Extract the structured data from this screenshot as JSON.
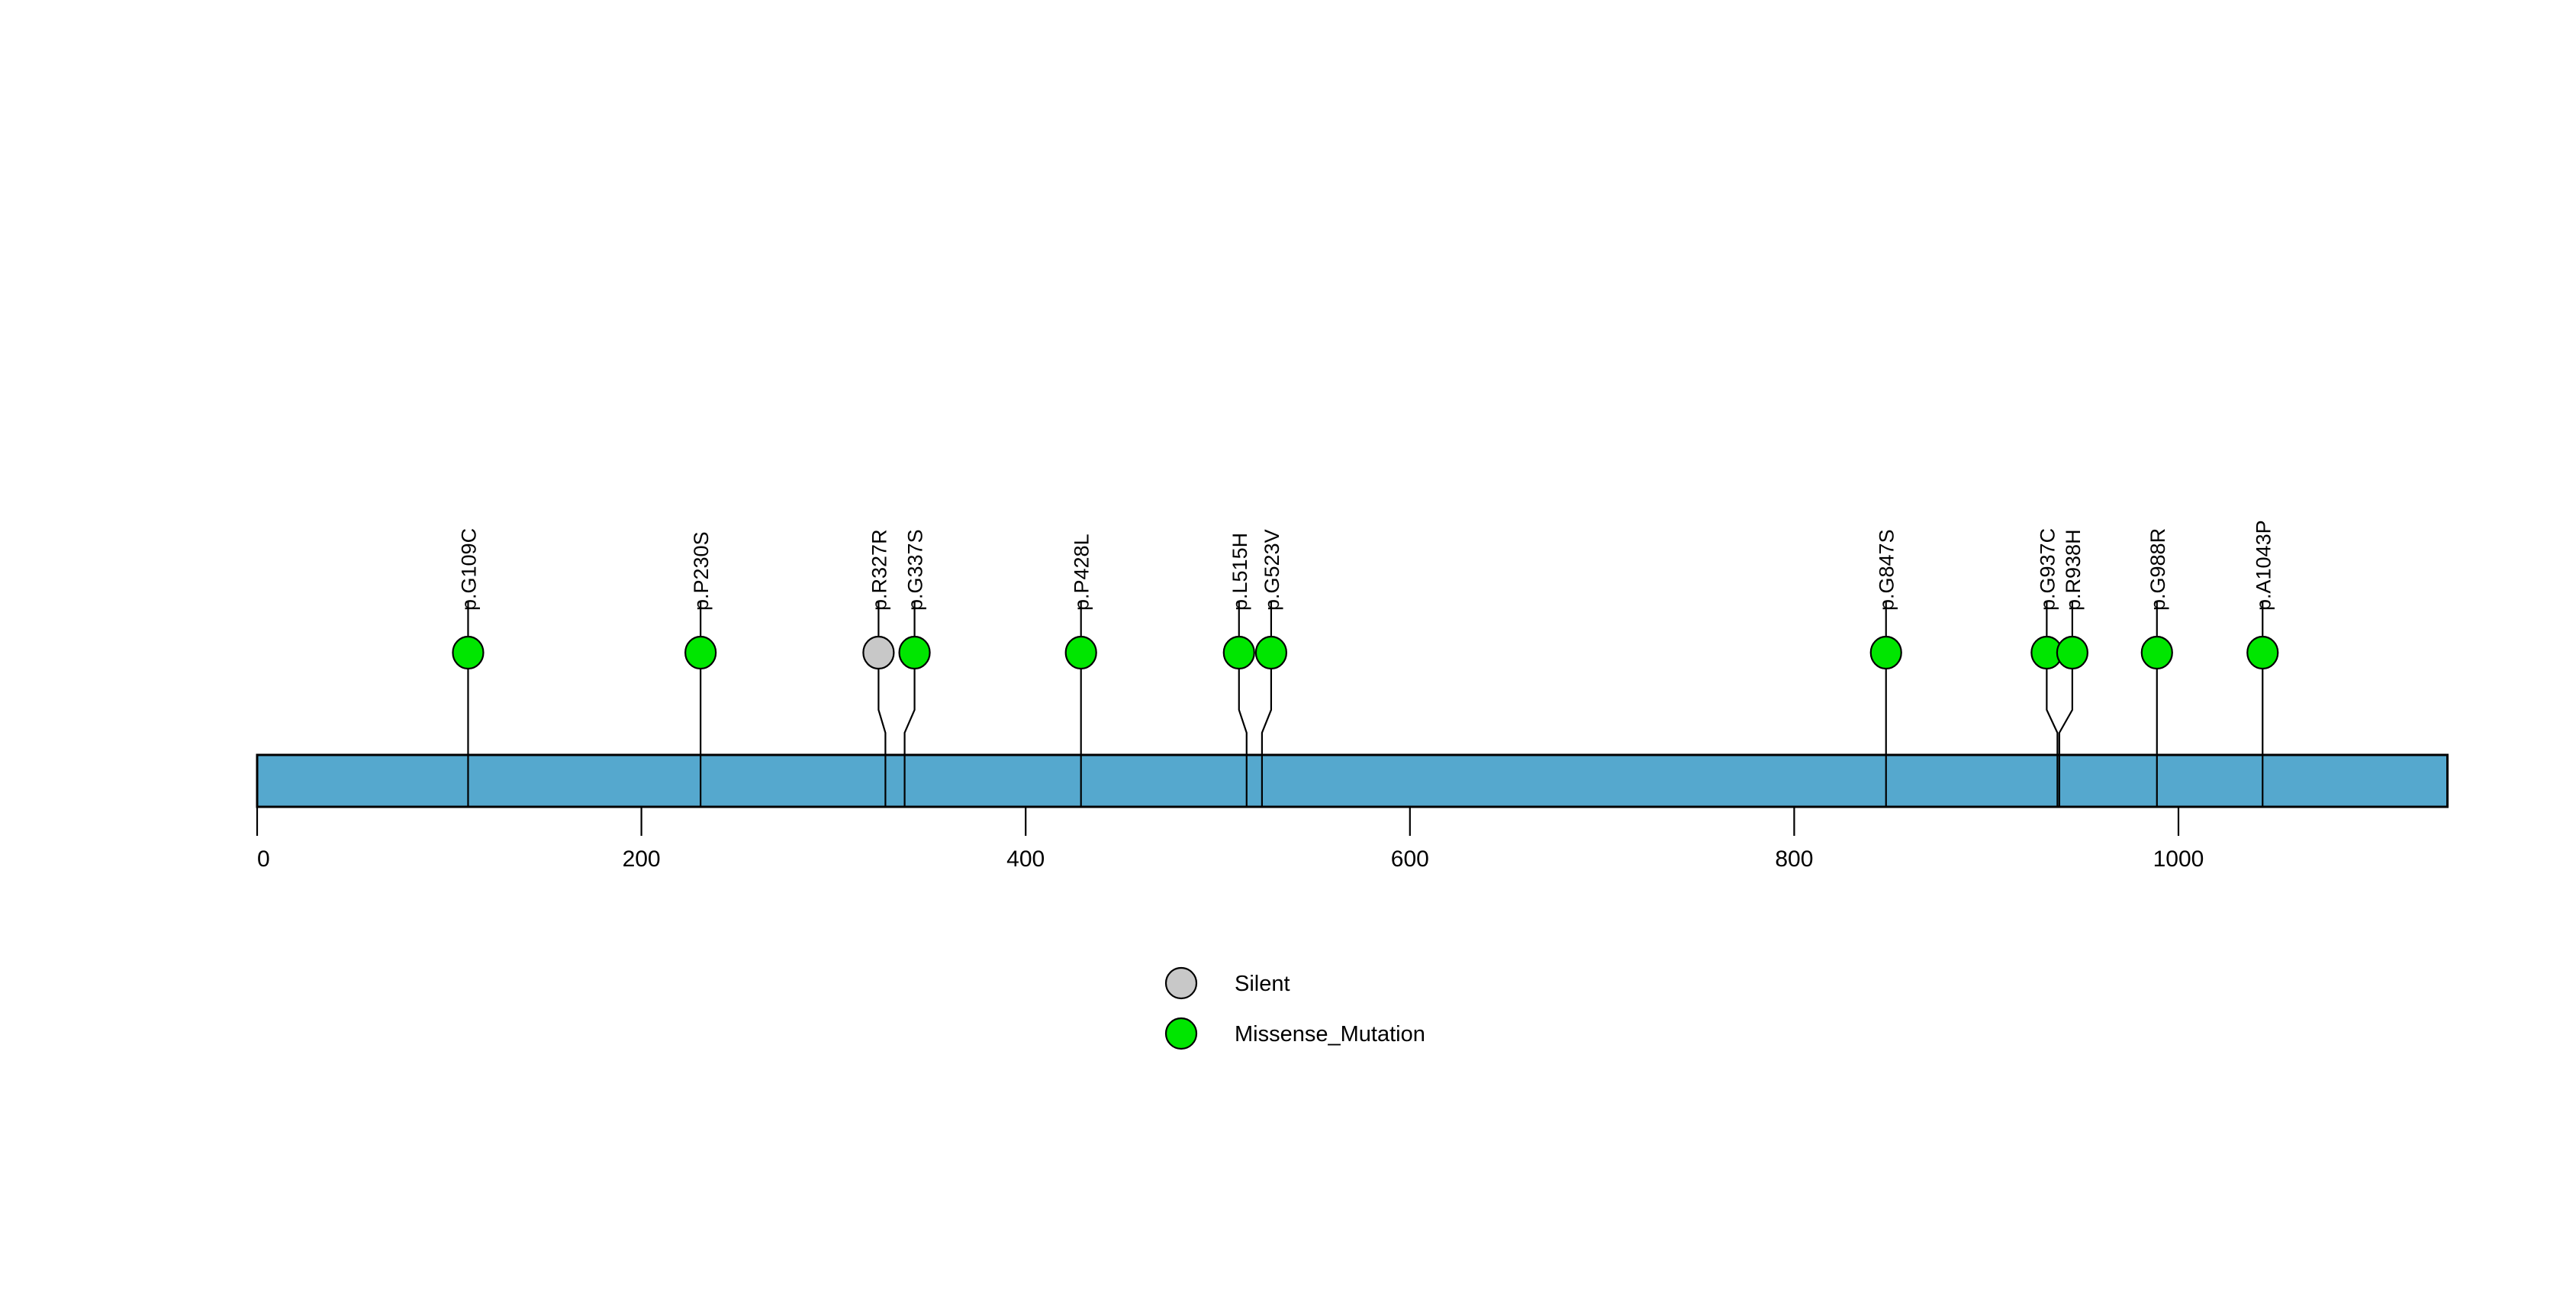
{
  "chart_data": {
    "type": "lollipop",
    "title": "",
    "xlabel": "",
    "ylabel": "",
    "xlim": [
      0,
      1140
    ],
    "grid": false,
    "legend_position": "bottom-center",
    "protein": {
      "length": 1140,
      "bar_color": "#55a8ce",
      "bar_border_color": "#000000"
    },
    "axis": {
      "ticks": [
        0,
        200,
        400,
        600,
        800,
        1000
      ],
      "tick_labels": [
        "0",
        "200",
        "400",
        "600",
        "800",
        "1000"
      ]
    },
    "categories": [
      "p.G109C",
      "p.P230S",
      "p.R327R",
      "p.G337S",
      "p.P428L",
      "p.L515H",
      "p.G523V",
      "p.G847S",
      "p.G937C",
      "p.R938H",
      "p.G988R",
      "p.A1043P"
    ],
    "positions": [
      109,
      230,
      327,
      337,
      428,
      515,
      523,
      847,
      937,
      938,
      988,
      1043
    ],
    "values": [
      1,
      1,
      1,
      1,
      1,
      1,
      1,
      1,
      1,
      1,
      1,
      1
    ],
    "mutations": [
      {
        "label": "p.G109C",
        "position": 109,
        "count": 1,
        "type": "Missense_Mutation",
        "color": "#00e600",
        "jitter": 2
      },
      {
        "label": "p.P230S",
        "position": 230,
        "count": 1,
        "type": "Missense_Mutation",
        "color": "#00e600",
        "jitter": 2
      },
      {
        "label": "p.R327R",
        "position": 327,
        "count": 1,
        "type": "Silent",
        "color": "#c8c8c8",
        "jitter": -9
      },
      {
        "label": "p.G337S",
        "position": 337,
        "count": 1,
        "type": "Missense_Mutation",
        "color": "#00e600",
        "jitter": 13
      },
      {
        "label": "p.P428L",
        "position": 428,
        "count": 1,
        "type": "Missense_Mutation",
        "color": "#00e600",
        "jitter": 2
      },
      {
        "label": "p.L515H",
        "position": 515,
        "count": 1,
        "type": "Missense_Mutation",
        "color": "#00e600",
        "jitter": -10
      },
      {
        "label": "p.G523V",
        "position": 523,
        "count": 1,
        "type": "Missense_Mutation",
        "color": "#00e600",
        "jitter": 12
      },
      {
        "label": "p.G847S",
        "position": 847,
        "count": 1,
        "type": "Missense_Mutation",
        "color": "#00e600",
        "jitter": 2
      },
      {
        "label": "p.G937C",
        "position": 937,
        "count": 1,
        "type": "Missense_Mutation",
        "color": "#00e600",
        "jitter": -14
      },
      {
        "label": "p.R938H",
        "position": 938,
        "count": 1,
        "type": "Missense_Mutation",
        "color": "#00e600",
        "jitter": 17
      },
      {
        "label": "p.G988R",
        "position": 988,
        "count": 1,
        "type": "Missense_Mutation",
        "color": "#00e600",
        "jitter": 2
      },
      {
        "label": "p.A1043P",
        "position": 1043,
        "count": 1,
        "type": "Missense_Mutation",
        "color": "#00e600",
        "jitter": 2
      }
    ],
    "legend": [
      {
        "label": "Silent",
        "color": "#c8c8c8"
      },
      {
        "label": "Missense_Mutation",
        "color": "#00e600"
      }
    ]
  },
  "colors": {
    "silent": "#c8c8c8",
    "missense": "#00e600",
    "protein_bar": "#55a8ce",
    "stroke": "#000000",
    "background": "#ffffff"
  }
}
